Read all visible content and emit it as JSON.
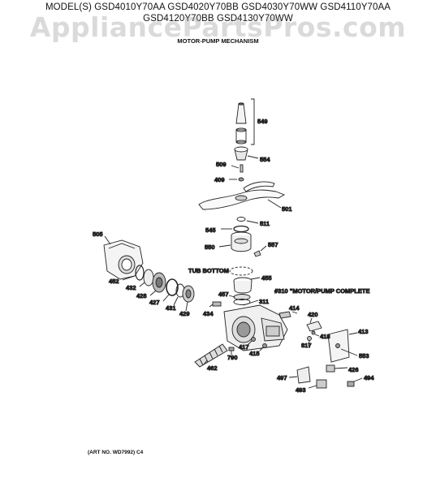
{
  "header": {
    "models_line1": "MODEL(S) GSD4010Y70AA  GSD4020Y70BB  GSD4030Y70WW  GSD4110Y70AA",
    "models_line2": "GSD4120Y70BB  GSD4130Y70WW",
    "watermark": "AppliancePartsPros.com",
    "subtitle": "MOTOR-PUMP MECHANISM"
  },
  "callouts": {
    "p549": "549",
    "p554": "554",
    "p509": "509",
    "p409": "409",
    "p501": "501",
    "p511": "511",
    "p545": "545",
    "p557": "557",
    "p505": "505",
    "p550": "550",
    "p455": "455",
    "p452": "452",
    "p432": "432",
    "p428": "428",
    "p427": "427",
    "p431": "431",
    "p429": "429",
    "p434": "434",
    "p457": "457",
    "p311": "311",
    "p414": "414",
    "p420": "420",
    "p413": "413",
    "p418": "418",
    "p817": "817",
    "p417": "417",
    "p415": "415",
    "p553": "553",
    "p790": "790",
    "p426": "426",
    "p462": "462",
    "p497": "497",
    "p494": "494",
    "p493": "493"
  },
  "notes": {
    "tub_bottom": "TUB BOTTOM",
    "complete": "#310 \"MOTOR/PUMP COMPLETE"
  },
  "footer": {
    "art_no": "(ART NO. WD7992) C4"
  }
}
